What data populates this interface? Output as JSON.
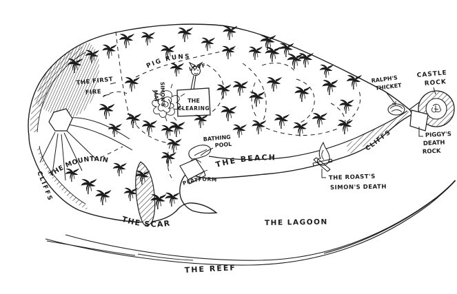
{
  "map": {
    "labels": {
      "pig_runs": "PIG RUNS",
      "lotf": "LOTF",
      "clearing_line1": "THE",
      "clearing_line2": "CLEARING",
      "simons_mat_line1": "SIMON'S",
      "simons_mat_line2": "MAT",
      "first_fire_line1": "THE FIRST",
      "first_fire_line2": "FIRE",
      "mountain": "THE MOUNTAIN",
      "cliffs_west": "CLIFFS",
      "cliffs_east": "CLIFFS",
      "scar": "THE SCAR",
      "platform": "PLATFORM",
      "bathing_pool_line1": "BATHING",
      "bathing_pool_line2": "POOL",
      "beach": "THE BEACH",
      "roast_line1": "THE ROAST'S",
      "roast_line2": "SIMON'S DEATH",
      "thicket_line1": "RALPH'S",
      "thicket_line2": "THICKET",
      "castle_line1": "CASTLE",
      "castle_line2": "ROCK",
      "piggy_line1": "PIGGY'S",
      "piggy_line2": "DEATH",
      "piggy_line3": "ROCK",
      "lagoon": "THE LAGOON",
      "reef": "THE REEF"
    },
    "icons": [
      "palm-tree-icon",
      "pig-head-on-stick-icon",
      "campfire-icon",
      "thicket-scribble-icon",
      "creeper-mat-scribble-icon",
      "mountain-summit-icon",
      "castle-rock-icon"
    ],
    "colors": {
      "ink": "#1c1c1c",
      "paper": "#ffffff"
    }
  }
}
